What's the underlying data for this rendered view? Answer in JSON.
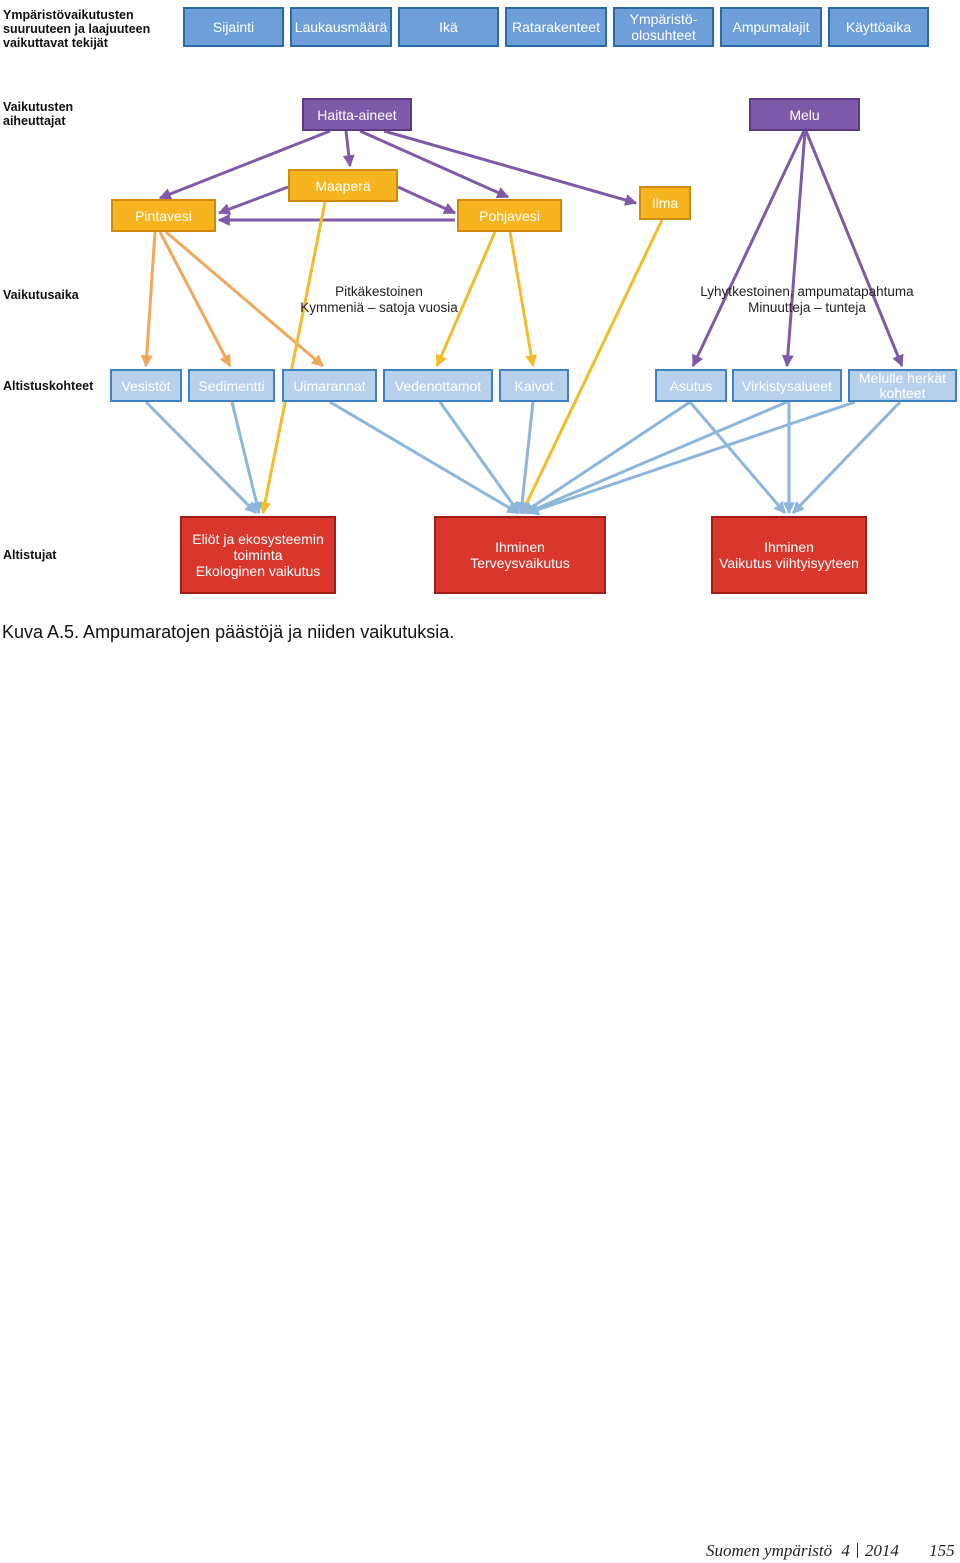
{
  "rows": {
    "factors": "Ympäristövaikutusten suuruuteen ja laajuuteen vaikuttavat tekijät",
    "causes": "Vaikutusten aiheuttajat",
    "duration": "Vaikutusaika",
    "targets": "Altistuskohteet",
    "receptors": "Altistujat"
  },
  "factors": [
    "Sijainti",
    "Laukausmäärä",
    "Ikä",
    "Ratarakenteet",
    "Ympäristö-\nolosuhteet",
    "Ampumalajit",
    "Käyttöaika"
  ],
  "causes": {
    "pollutants": "Haitta-aineet",
    "noise": "Melu"
  },
  "media": {
    "soil": "Maaperä",
    "surface_water": "Pintavesi",
    "groundwater": "Pohjavesi",
    "air": "Ilma"
  },
  "duration": {
    "long": "Pitkäkestoinen\nKymmeniä – satoja vuosia",
    "short": "Lyhytkestoinen, ampumatapahtuma\nMinuutteja – tunteja"
  },
  "targets": [
    "Vesistöt",
    "Sedimentti",
    "Uimarannat",
    "Vedenottamot",
    "Kaivot",
    "Asutus",
    "Virkistysalueet",
    "Melulle herkät\nkohteet"
  ],
  "receptors": {
    "ecosystem": "Eliöt ja ekosysteemin\ntoiminta\nEkologinen vaikutus",
    "health": "Ihminen\nTerveysvaikutus",
    "comfort": "Ihminen\nVaikutus viihtyisyyteen"
  },
  "caption": "Kuva A.5. Ampumaratojen päästöjä ja niiden vaikutuksia.",
  "footer": {
    "series": "Suomen ympäristö",
    "number": "4",
    "year": "2014",
    "page": "155"
  },
  "colors": {
    "purple": "#7f5aa8",
    "orange": "#f0a85a",
    "yellow": "#f4bb2a",
    "blue": "#8db6dc",
    "red": "#d9362c"
  }
}
